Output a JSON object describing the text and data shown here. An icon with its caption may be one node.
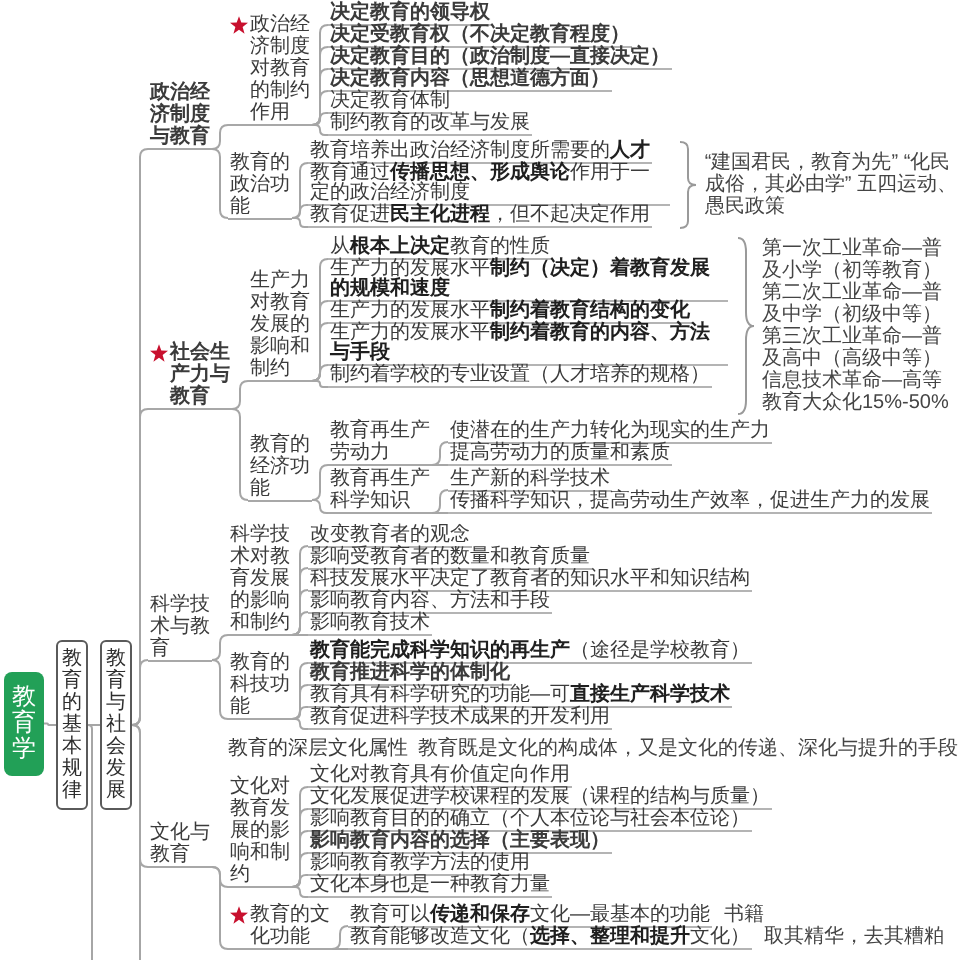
{
  "diagram": {
    "nodes": [
      {
        "text": [
          "教育学"
        ]
      },
      {
        "text": [
          "教育的基本规律"
        ]
      },
      {
        "text": [
          "教育与社会发展"
        ]
      },
      {
        "text": [
          "政治经济制度与教育"
        ]
      },
      {
        "text": [
          "政治经济制度对教育的制约作用"
        ]
      },
      {
        "text": [
          "决定教育的领导权"
        ]
      },
      {
        "text": [
          "决定受教育权（不决定教育程度）"
        ]
      },
      {
        "text": [
          "决定教育目的（政治制度—直接决定）"
        ]
      },
      {
        "text": [
          "决定教育内容（思想道德方面）"
        ]
      },
      {
        "text": [
          "决定教育体制"
        ]
      },
      {
        "text": [
          "制约教育的改革与发展"
        ]
      },
      {
        "text": [
          "教育的政治功能"
        ]
      },
      {
        "text": [
          "教育培养出政治经济制度所需要的**人才**"
        ]
      },
      {
        "text": [
          "教育通过**传播思想、形成舆论**作用于一定的政治经济制度"
        ]
      },
      {
        "text": [
          "教育促进**民主化进程**，但不起决定作用"
        ]
      },
      {
        "text": [
          "社会生产力与教育"
        ]
      },
      {
        "text": [
          "生产力对教育发展的影响和制约"
        ]
      },
      {
        "text": [
          "从**根本上决定**教育的性质"
        ]
      },
      {
        "text": [
          "生产力的发展水平**制约（决定）着教育发展的规模和速度**"
        ]
      },
      {
        "text": [
          "生产力的发展水平**制约着教育结构的变化**"
        ]
      },
      {
        "text": [
          "生产力的发展水平**制约着教育的内容、方法与手段**"
        ]
      },
      {
        "text": [
          "制约着学校的专业设置（人才培养的规格）"
        ]
      },
      {
        "text": [
          "教育的经济功能"
        ]
      },
      {
        "text": [
          "教育再生产劳动力"
        ]
      },
      {
        "text": [
          "使潜在的生产力转化为现实的生产力"
        ]
      },
      {
        "text": [
          "提高劳动力的质量和素质"
        ]
      },
      {
        "text": [
          "教育再生产科学知识"
        ]
      },
      {
        "text": [
          "生产新的科学技术"
        ]
      },
      {
        "text": [
          "传播科学知识，提高劳动生产效率，促进生产力的发展"
        ]
      },
      {
        "text": [
          "科学技术与教育"
        ]
      },
      {
        "text": [
          "科学技术对教育发展的影响和制约"
        ]
      },
      {
        "text": [
          "改变教育者的观念"
        ]
      },
      {
        "text": [
          "影响受教育者的数量和教育质量"
        ]
      },
      {
        "text": [
          "科技发展水平决定了教育者的知识水平和知识结构"
        ]
      },
      {
        "text": [
          "影响教育内容、方法和手段"
        ]
      },
      {
        "text": [
          "影响教育技术"
        ]
      },
      {
        "text": [
          "教育的科技功能"
        ]
      },
      {
        "text": [
          "**教育能完成科学知识的再生产**（途径是学校教育）"
        ]
      },
      {
        "text": [
          "教育推进科学的体制化"
        ]
      },
      {
        "text": [
          "教育具有科学研究的功能—可**直接生产科学技术**"
        ]
      },
      {
        "text": [
          "教育促进科学技术成果的开发利用"
        ]
      },
      {
        "text": [
          "文化与教育"
        ]
      },
      {
        "text": [
          "文化对教育发展的影响和制约"
        ]
      },
      {
        "text": [
          "文化对教育具有价值定向作用"
        ]
      },
      {
        "text": [
          "文化发展促进学校课程的发展（课程的结构与质量）"
        ]
      },
      {
        "text": [
          "影响教育目的的确立（个人本位论与社会本位论）"
        ]
      },
      {
        "text": [
          "影响教育内容的选择（主要表现）"
        ]
      },
      {
        "text": [
          "影响教育教学方法的使用"
        ]
      },
      {
        "text": [
          "文化本身也是一种教育力量"
        ]
      },
      {
        "text": [
          "教育的文化功能"
        ]
      },
      {
        "text": [
          "教育可以**传递和保存**文化—最基本的功能"
        ],
        "beside": [
          "书籍"
        ]
      },
      {
        "text": [
          "教育能够改造文化（**选择、整理和提升**文化）"
        ],
        "beside": [
          "取其精华，去其糟粕"
        ]
      }
    ],
    "edges": [
      {
        "from": 0,
        "to": 1,
        "arrow": "none"
      },
      {
        "from": 1,
        "to": 2,
        "arrow": "none"
      },
      {
        "from": 1,
        "to": null,
        "arrow": "none"
      },
      {
        "from": 2,
        "to": 3,
        "arrow": "none"
      },
      {
        "from": 2,
        "to": 15,
        "arrow": "none"
      },
      {
        "from": 2,
        "to": 29,
        "arrow": "none"
      },
      {
        "from": 2,
        "to": 41,
        "arrow": "none"
      },
      {
        "from": 2,
        "to": null,
        "arrow": "none"
      },
      {
        "from": 3,
        "to": 4,
        "arrow": "none"
      },
      {
        "from": 4,
        "to": 5,
        "arrow": "none"
      },
      {
        "from": 4,
        "to": 6,
        "arrow": "none"
      },
      {
        "from": 4,
        "to": 7,
        "arrow": "none"
      },
      {
        "from": 4,
        "to": 8,
        "arrow": "none"
      },
      {
        "from": 4,
        "to": 9,
        "arrow": "none"
      },
      {
        "from": 4,
        "to": 10,
        "arrow": "none"
      },
      {
        "from": 3,
        "to": 11,
        "arrow": "none"
      },
      {
        "from": 11,
        "to": 12,
        "arrow": "none"
      },
      {
        "from": 11,
        "to": 13,
        "arrow": "none"
      },
      {
        "from": 11,
        "to": 14,
        "arrow": "none"
      },
      {
        "from": 15,
        "to": 16,
        "arrow": "none"
      },
      {
        "from": 16,
        "to": 17,
        "arrow": "none"
      },
      {
        "from": 16,
        "to": 18,
        "arrow": "none"
      },
      {
        "from": 16,
        "to": 19,
        "arrow": "none"
      },
      {
        "from": 16,
        "to": 20,
        "arrow": "none"
      },
      {
        "from": 16,
        "to": 21,
        "arrow": "none"
      },
      {
        "from": 15,
        "to": 22,
        "arrow": "none"
      },
      {
        "from": 22,
        "to": 23,
        "arrow": "none"
      },
      {
        "from": 23,
        "to": 24,
        "arrow": "none"
      },
      {
        "from": 23,
        "to": 25,
        "arrow": "none"
      },
      {
        "from": 22,
        "to": 26,
        "arrow": "none"
      },
      {
        "from": 26,
        "to": 27,
        "arrow": "none"
      },
      {
        "from": 26,
        "to": 28,
        "arrow": "none"
      },
      {
        "from": 29,
        "to": 30,
        "arrow": "none"
      },
      {
        "from": 30,
        "to": 31,
        "arrow": "none"
      },
      {
        "from": 30,
        "to": 32,
        "arrow": "none"
      },
      {
        "from": 30,
        "to": 33,
        "arrow": "none"
      },
      {
        "from": 30,
        "to": 34,
        "arrow": "none"
      },
      {
        "from": 30,
        "to": 35,
        "arrow": "none"
      },
      {
        "from": 29,
        "to": 36,
        "arrow": "none"
      },
      {
        "from": 36,
        "to": 37,
        "arrow": "none"
      },
      {
        "from": 36,
        "to": 38,
        "arrow": "none"
      },
      {
        "from": 36,
        "to": 39,
        "arrow": "none"
      },
      {
        "from": 36,
        "to": 40,
        "arrow": "none"
      },
      {
        "from": 41,
        "to": 42,
        "arrow": "none"
      },
      {
        "from": 42,
        "to": 43,
        "arrow": "none"
      },
      {
        "from": 42,
        "to": 44,
        "arrow": "none"
      },
      {
        "from": 42,
        "to": 45,
        "arrow": "none"
      },
      {
        "from": 42,
        "to": 46,
        "arrow": "none"
      },
      {
        "from": 42,
        "to": 47,
        "arrow": "none"
      },
      {
        "from": 42,
        "to": 48,
        "arrow": "none"
      },
      {
        "from": 41,
        "to": 49,
        "arrow": "none"
      },
      {
        "from": 49,
        "to": 50,
        "arrow": "none"
      },
      {
        "from": 49,
        "to": 51,
        "arrow": "none"
      }
    ],
    "labels": [
      "“建国君民，教育为先” “化民成俗，其必由学” 五四运动、愚民政策",
      "第一次工业革命—普及小学（初等教育）",
      "第二次工业革命—普及中学（初级中等）",
      "第三次工业革命—普及高中（高级中等）",
      "信息技术革命—高等教育大众化15%-50%",
      "教育的深层文化属性",
      "教育既是文化的构成体，又是文化的传递、深化与提升的手段"
    ]
  }
}
